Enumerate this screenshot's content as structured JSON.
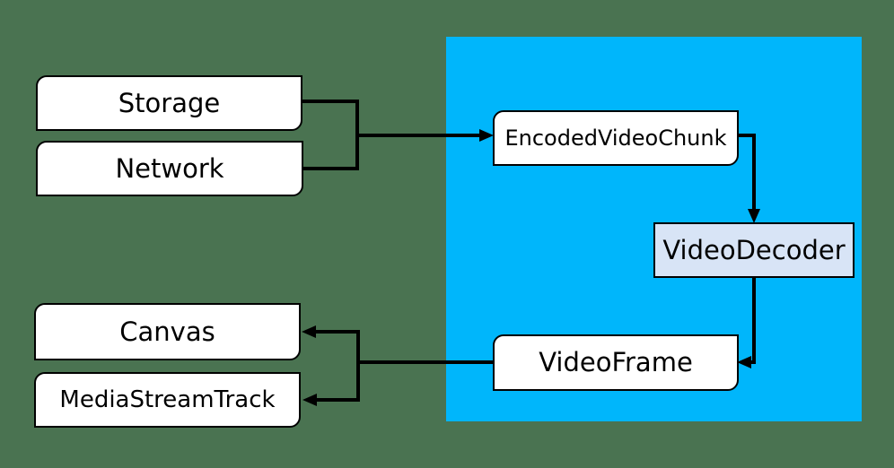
{
  "colors": {
    "background": "#4A7351",
    "region": "#00B6FB",
    "node_fill": "#FFFFFF",
    "decoder_fill": "#D8E4F6",
    "line": "#000000",
    "text": "#000000"
  },
  "diagram": {
    "region_name": "webcodecs-api-region",
    "nodes": {
      "storage": {
        "label": "Storage"
      },
      "network": {
        "label": "Network"
      },
      "canvas": {
        "label": "Canvas"
      },
      "media_stream_track": {
        "label": "MediaStreamTrack"
      },
      "encoded_video_chunk": {
        "label": "EncodedVideoChunk"
      },
      "video_decoder": {
        "label": "VideoDecoder"
      },
      "video_frame": {
        "label": "VideoFrame"
      }
    },
    "edges": [
      {
        "from": "storage",
        "to": "encoded_video_chunk"
      },
      {
        "from": "network",
        "to": "encoded_video_chunk"
      },
      {
        "from": "encoded_video_chunk",
        "to": "video_decoder"
      },
      {
        "from": "video_decoder",
        "to": "video_frame"
      },
      {
        "from": "video_frame",
        "to": "canvas"
      },
      {
        "from": "video_frame",
        "to": "media_stream_track"
      }
    ]
  }
}
